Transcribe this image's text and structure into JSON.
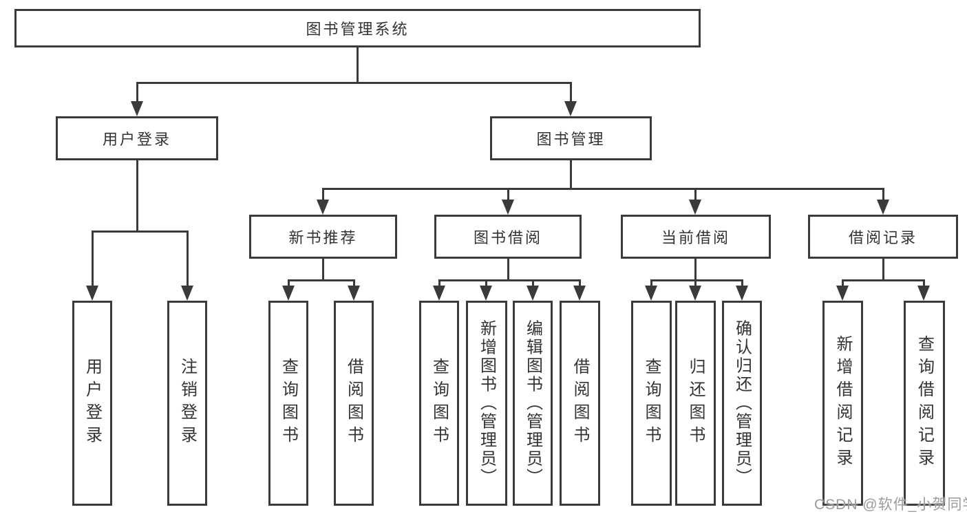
{
  "diagram": {
    "title_node": {
      "label": "图书管理系统"
    },
    "level2": [
      {
        "label": "用户登录",
        "parent": "图书管理系统"
      },
      {
        "label": "图书管理",
        "parent": "图书管理系统"
      }
    ],
    "level3": [
      {
        "label": "新书推荐",
        "parent": "图书管理"
      },
      {
        "label": "图书借阅",
        "parent": "图书管理"
      },
      {
        "label": "当前借阅",
        "parent": "图书管理"
      },
      {
        "label": "借阅记录",
        "parent": "图书管理"
      }
    ],
    "leaves": [
      {
        "label": "用户登录",
        "parent": "用户登录"
      },
      {
        "label": "注销登录",
        "parent": "用户登录"
      },
      {
        "label": "查询图书",
        "parent": "新书推荐"
      },
      {
        "label": "借阅图书",
        "parent": "新书推荐"
      },
      {
        "label": "查询图书",
        "parent": "图书借阅"
      },
      {
        "label": "新增图书（管理员）",
        "parent": "图书借阅"
      },
      {
        "label": "编辑图书（管理员）",
        "parent": "图书借阅"
      },
      {
        "label": "借阅图书",
        "parent": "图书借阅"
      },
      {
        "label": "查询图书",
        "parent": "当前借阅"
      },
      {
        "label": "归还图书",
        "parent": "当前借阅"
      },
      {
        "label": "确认归还（管理员）",
        "parent": "当前借阅"
      },
      {
        "label": "新增借阅记录",
        "parent": "借阅记录"
      },
      {
        "label": "查询借阅记录",
        "parent": "借阅记录"
      }
    ],
    "colors": {
      "line": "#3a3a3a",
      "text": "#333333",
      "background": "#ffffff"
    }
  },
  "watermark": {
    "text": "CSDN @软件_小贺同学",
    "color": "#9c9c9c"
  }
}
